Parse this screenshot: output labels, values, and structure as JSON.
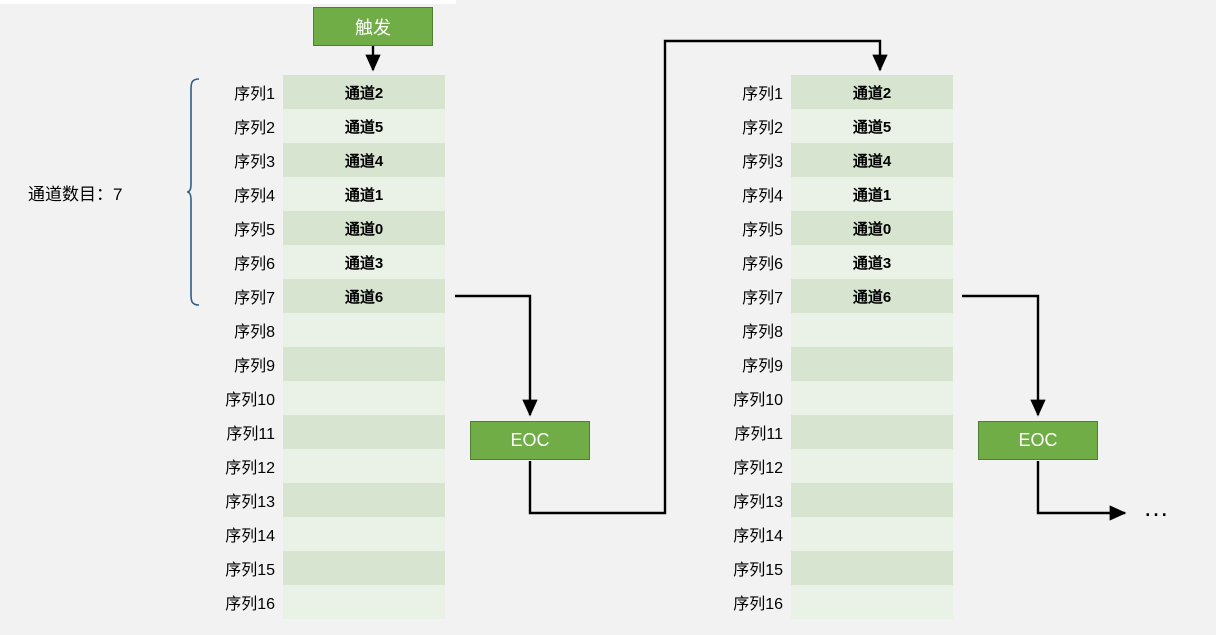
{
  "diagram": {
    "trigger_label": "触发",
    "eoc_label": "EOC",
    "channel_count_label": "通道数目：7",
    "ellipsis": "…",
    "sequences": [
      {
        "seq": "序列1",
        "channel": "通道2"
      },
      {
        "seq": "序列2",
        "channel": "通道5"
      },
      {
        "seq": "序列3",
        "channel": "通道4"
      },
      {
        "seq": "序列4",
        "channel": "通道1"
      },
      {
        "seq": "序列5",
        "channel": "通道0"
      },
      {
        "seq": "序列6",
        "channel": "通道3"
      },
      {
        "seq": "序列7",
        "channel": "通道6"
      },
      {
        "seq": "序列8",
        "channel": ""
      },
      {
        "seq": "序列9",
        "channel": ""
      },
      {
        "seq": "序列10",
        "channel": ""
      },
      {
        "seq": "序列11",
        "channel": ""
      },
      {
        "seq": "序列12",
        "channel": ""
      },
      {
        "seq": "序列13",
        "channel": ""
      },
      {
        "seq": "序列14",
        "channel": ""
      },
      {
        "seq": "序列15",
        "channel": ""
      },
      {
        "seq": "序列16",
        "channel": ""
      }
    ],
    "colors": {
      "accent": "#70ad47",
      "cell_dark": "#d7e4d0",
      "cell_light": "#eaf1e6",
      "background": "#f2f2f2",
      "line": "#000000"
    }
  }
}
